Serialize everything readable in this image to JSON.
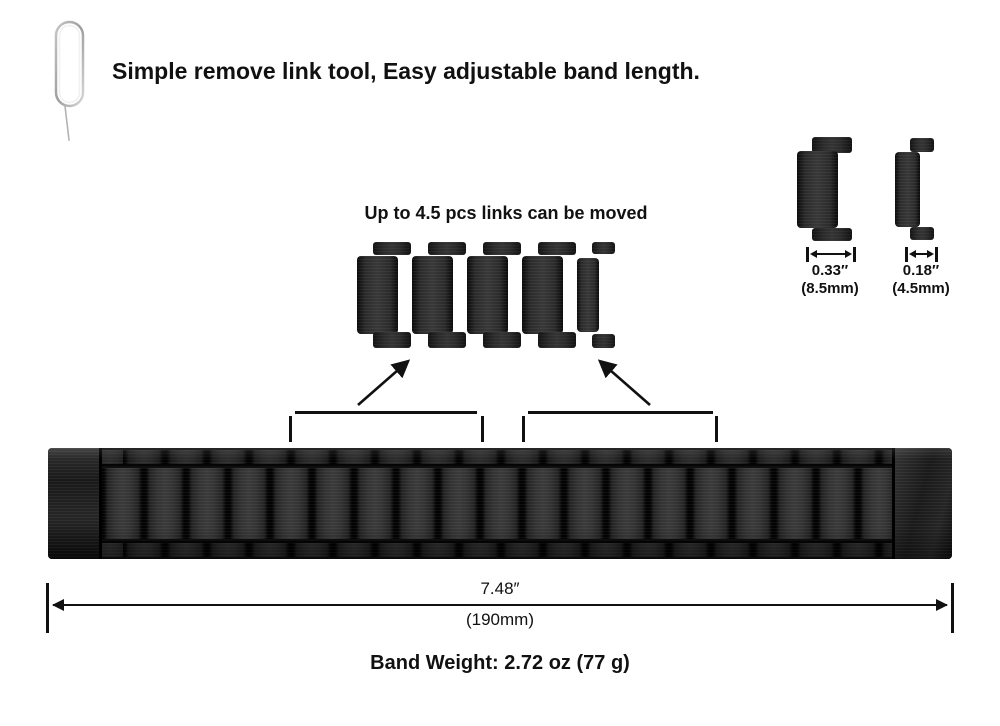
{
  "heading": "Simple remove link tool, Easy adjustable band length.",
  "links_caption": "Up to 4.5 pcs links can be moved",
  "measurements": {
    "full_link_inches": "0.33″",
    "full_link_mm": "(8.5mm)",
    "half_link_inches": "0.18″",
    "half_link_mm": "(4.5mm)",
    "band_length_inches": "7.48″",
    "band_length_mm": "(190mm)"
  },
  "band_weight": "Band Weight: 2.72 oz (77 g)",
  "icons": {
    "tool": "sim-eject-tool-icon",
    "pointer_arrows": "diagonal-arrow-icon"
  },
  "colors": {
    "background": "#ffffff",
    "text": "#111111",
    "metal_black": "#141414",
    "metal_highlight": "#3a3a3a"
  }
}
